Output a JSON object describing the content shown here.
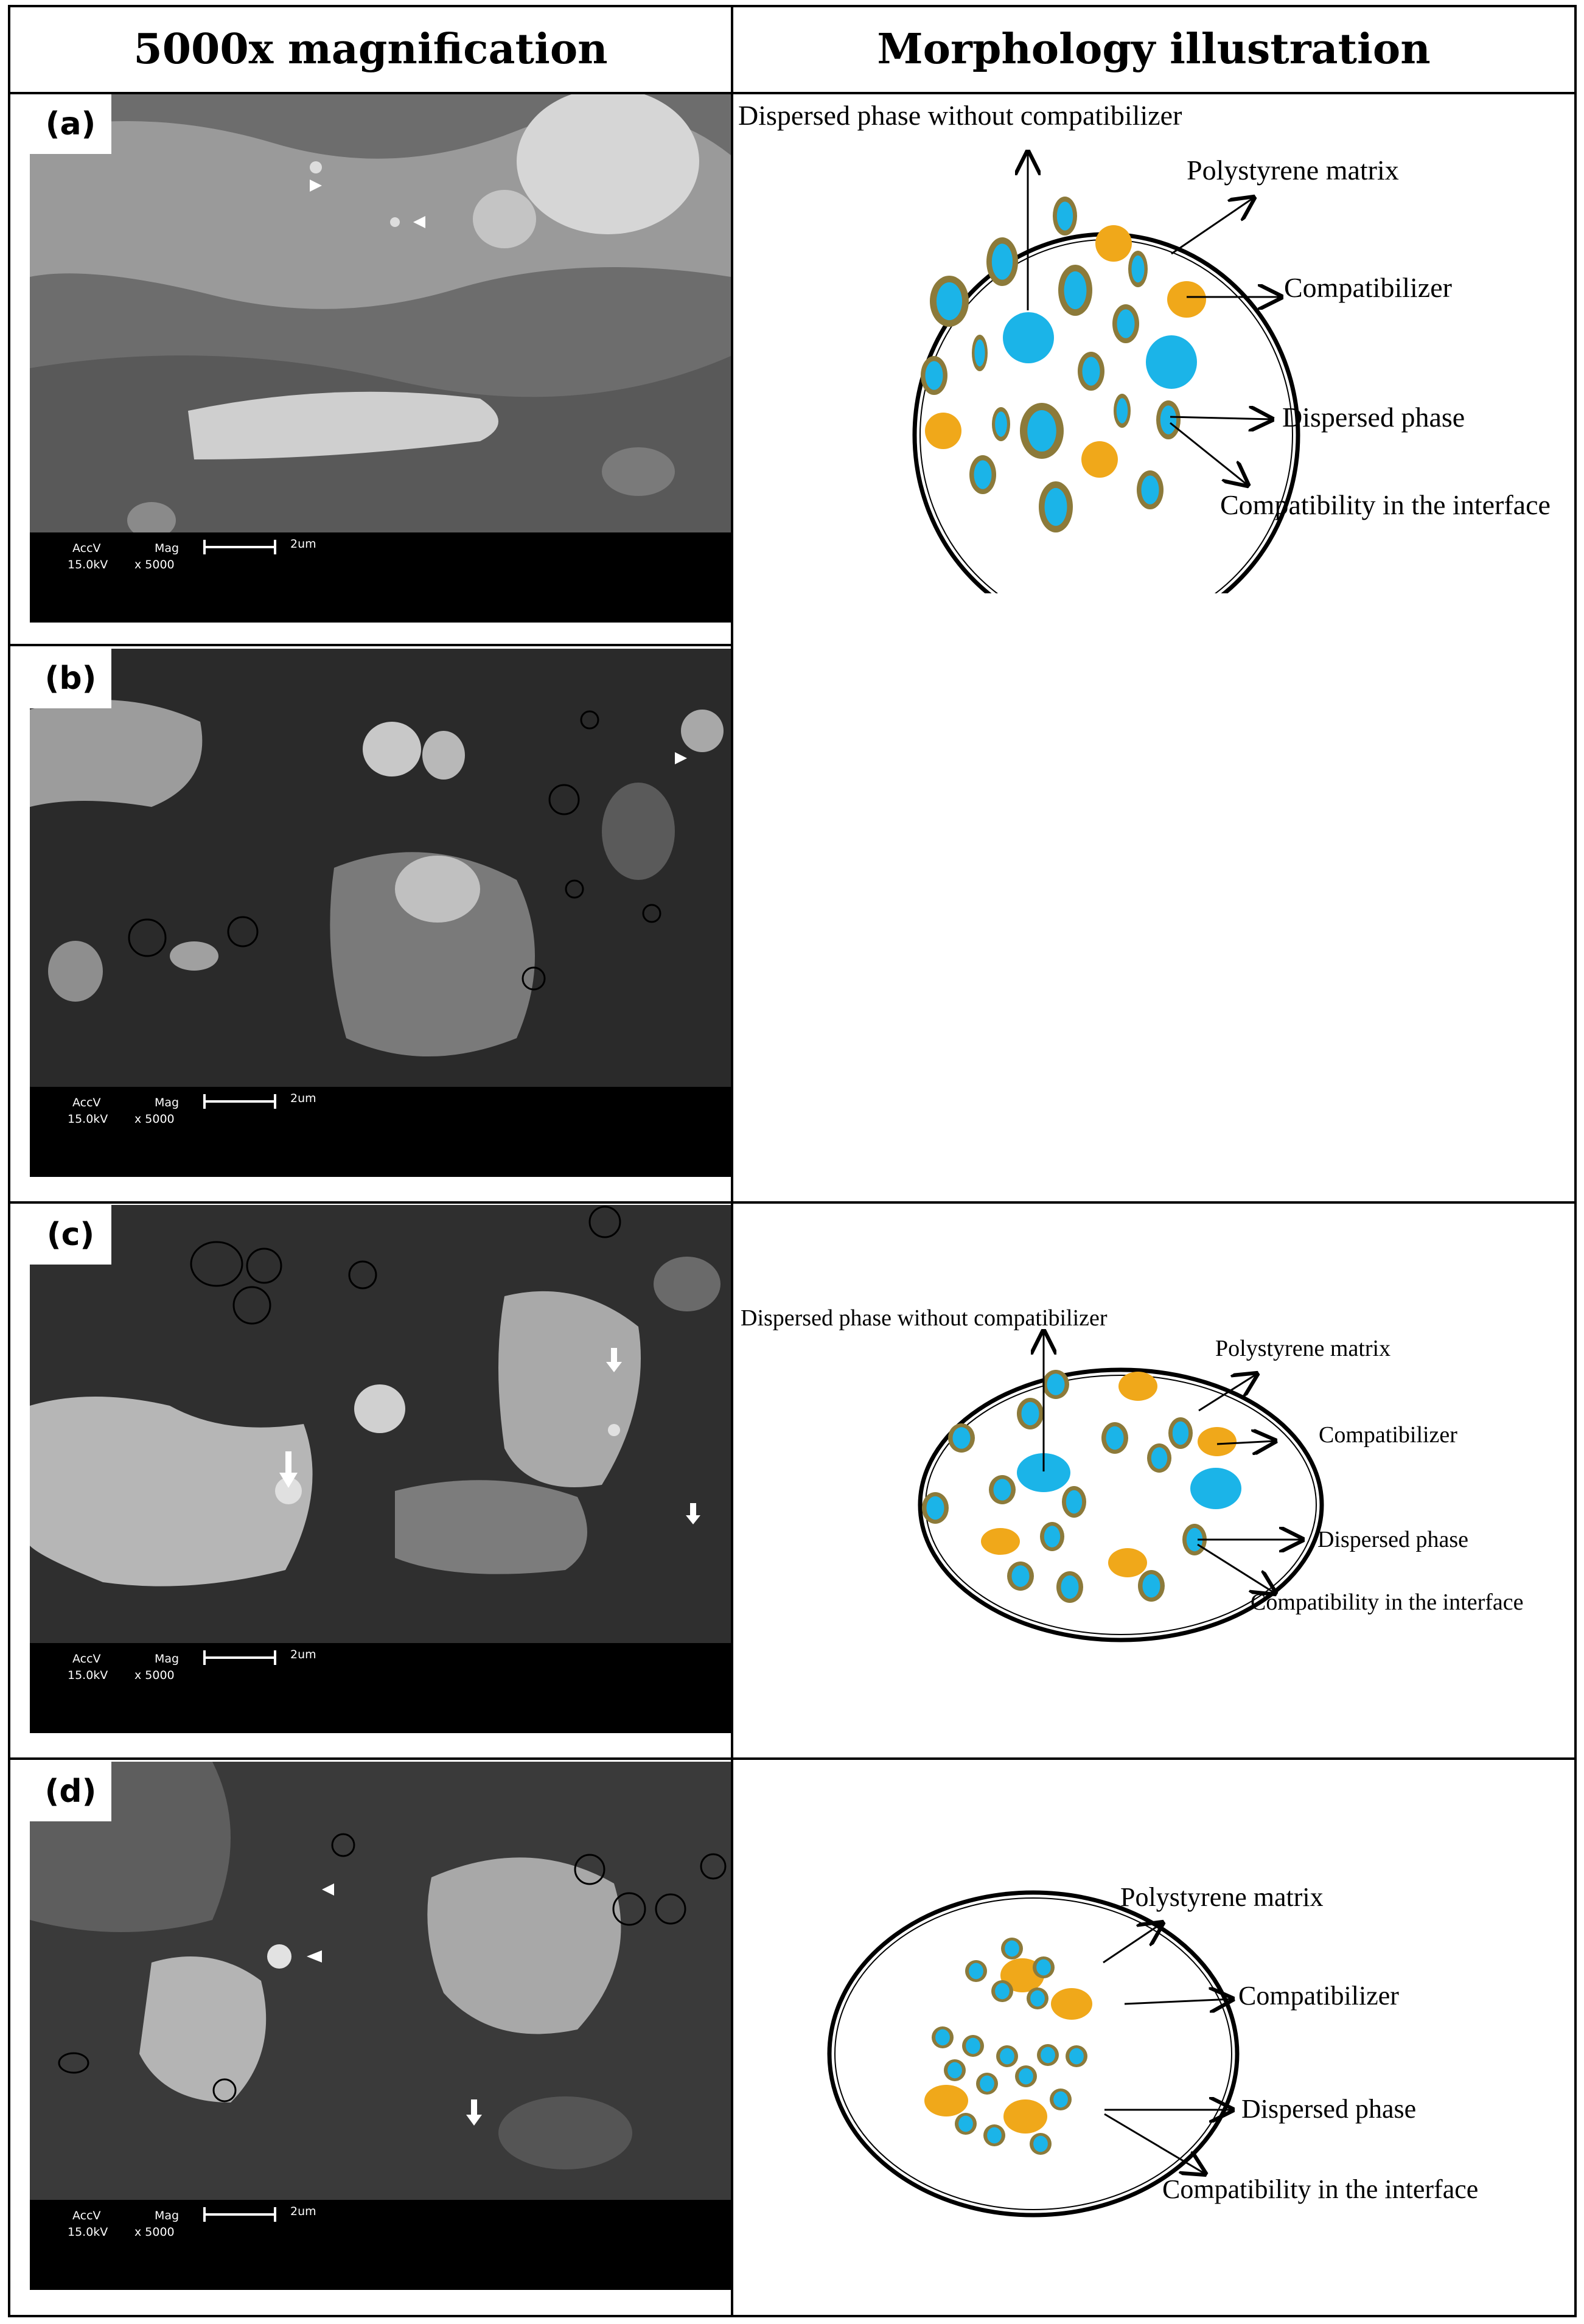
{
  "table": {
    "header_left": "5000x magnification",
    "header_right": "Morphology illustration"
  },
  "panels": [
    {
      "label": "(a)"
    },
    {
      "label": "(b)"
    },
    {
      "label": "(c)"
    },
    {
      "label": "(d)"
    }
  ],
  "sem_databar": {
    "accv_label": "AccV",
    "mag_label": "Mag",
    "voltage": "15.0kV",
    "magnification": "x 5000",
    "scale": "2um"
  },
  "diagrams": {
    "a": {
      "dispersed_without": "Dispersed phase without compatibilizer",
      "matrix": "Polystyrene matrix",
      "compatibilizer": "Compatibilizer",
      "dispersed": "Dispersed phase",
      "interface": "Compatibility in the interface"
    },
    "c": {
      "dispersed_without": "Dispersed phase without compatibilizer",
      "matrix": "Polystyrene matrix",
      "compatibilizer": "Compatibilizer",
      "dispersed": "Dispersed phase",
      "interface": "Compatibility in the interface"
    },
    "d": {
      "matrix": "Polystyrene matrix",
      "compatibilizer": "Compatibilizer",
      "dispersed": "Dispersed phase",
      "interface": "Compatibility in the interface"
    }
  },
  "colors": {
    "dispersed_fill": "#1bb4e8",
    "compatibilizer_fill": "#f0a81a",
    "interface_ring": "#8c7a3a"
  }
}
